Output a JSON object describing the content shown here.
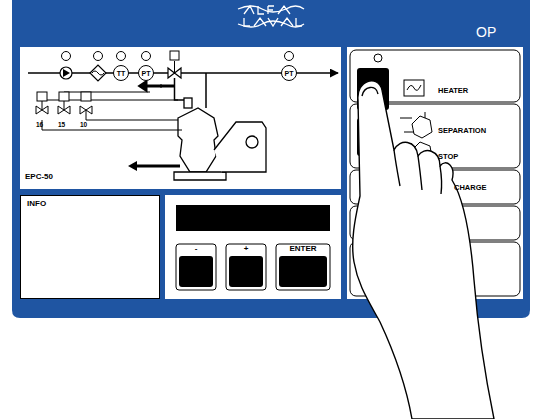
{
  "diagram": {
    "nodes": [
      {
        "text": [
          "TT"
        ]
      },
      {
        "text": [
          "PT"
        ]
      },
      {
        "text": [
          "PT"
        ]
      },
      {
        "text": [
          "INFO"
        ]
      },
      {
        "text": [
          "-"
        ]
      },
      {
        "text": [
          "+"
        ]
      },
      {
        "text": [
          "ENTER"
        ]
      },
      {
        "text": [
          "HEATER"
        ]
      },
      {
        "text": [
          "SEPARATION",
          "STOP"
        ]
      },
      {
        "text": [
          "CHARGE"
        ]
      }
    ],
    "labels": [
      "OP",
      "EPC-50",
      "16",
      "15",
      "10"
    ]
  }
}
